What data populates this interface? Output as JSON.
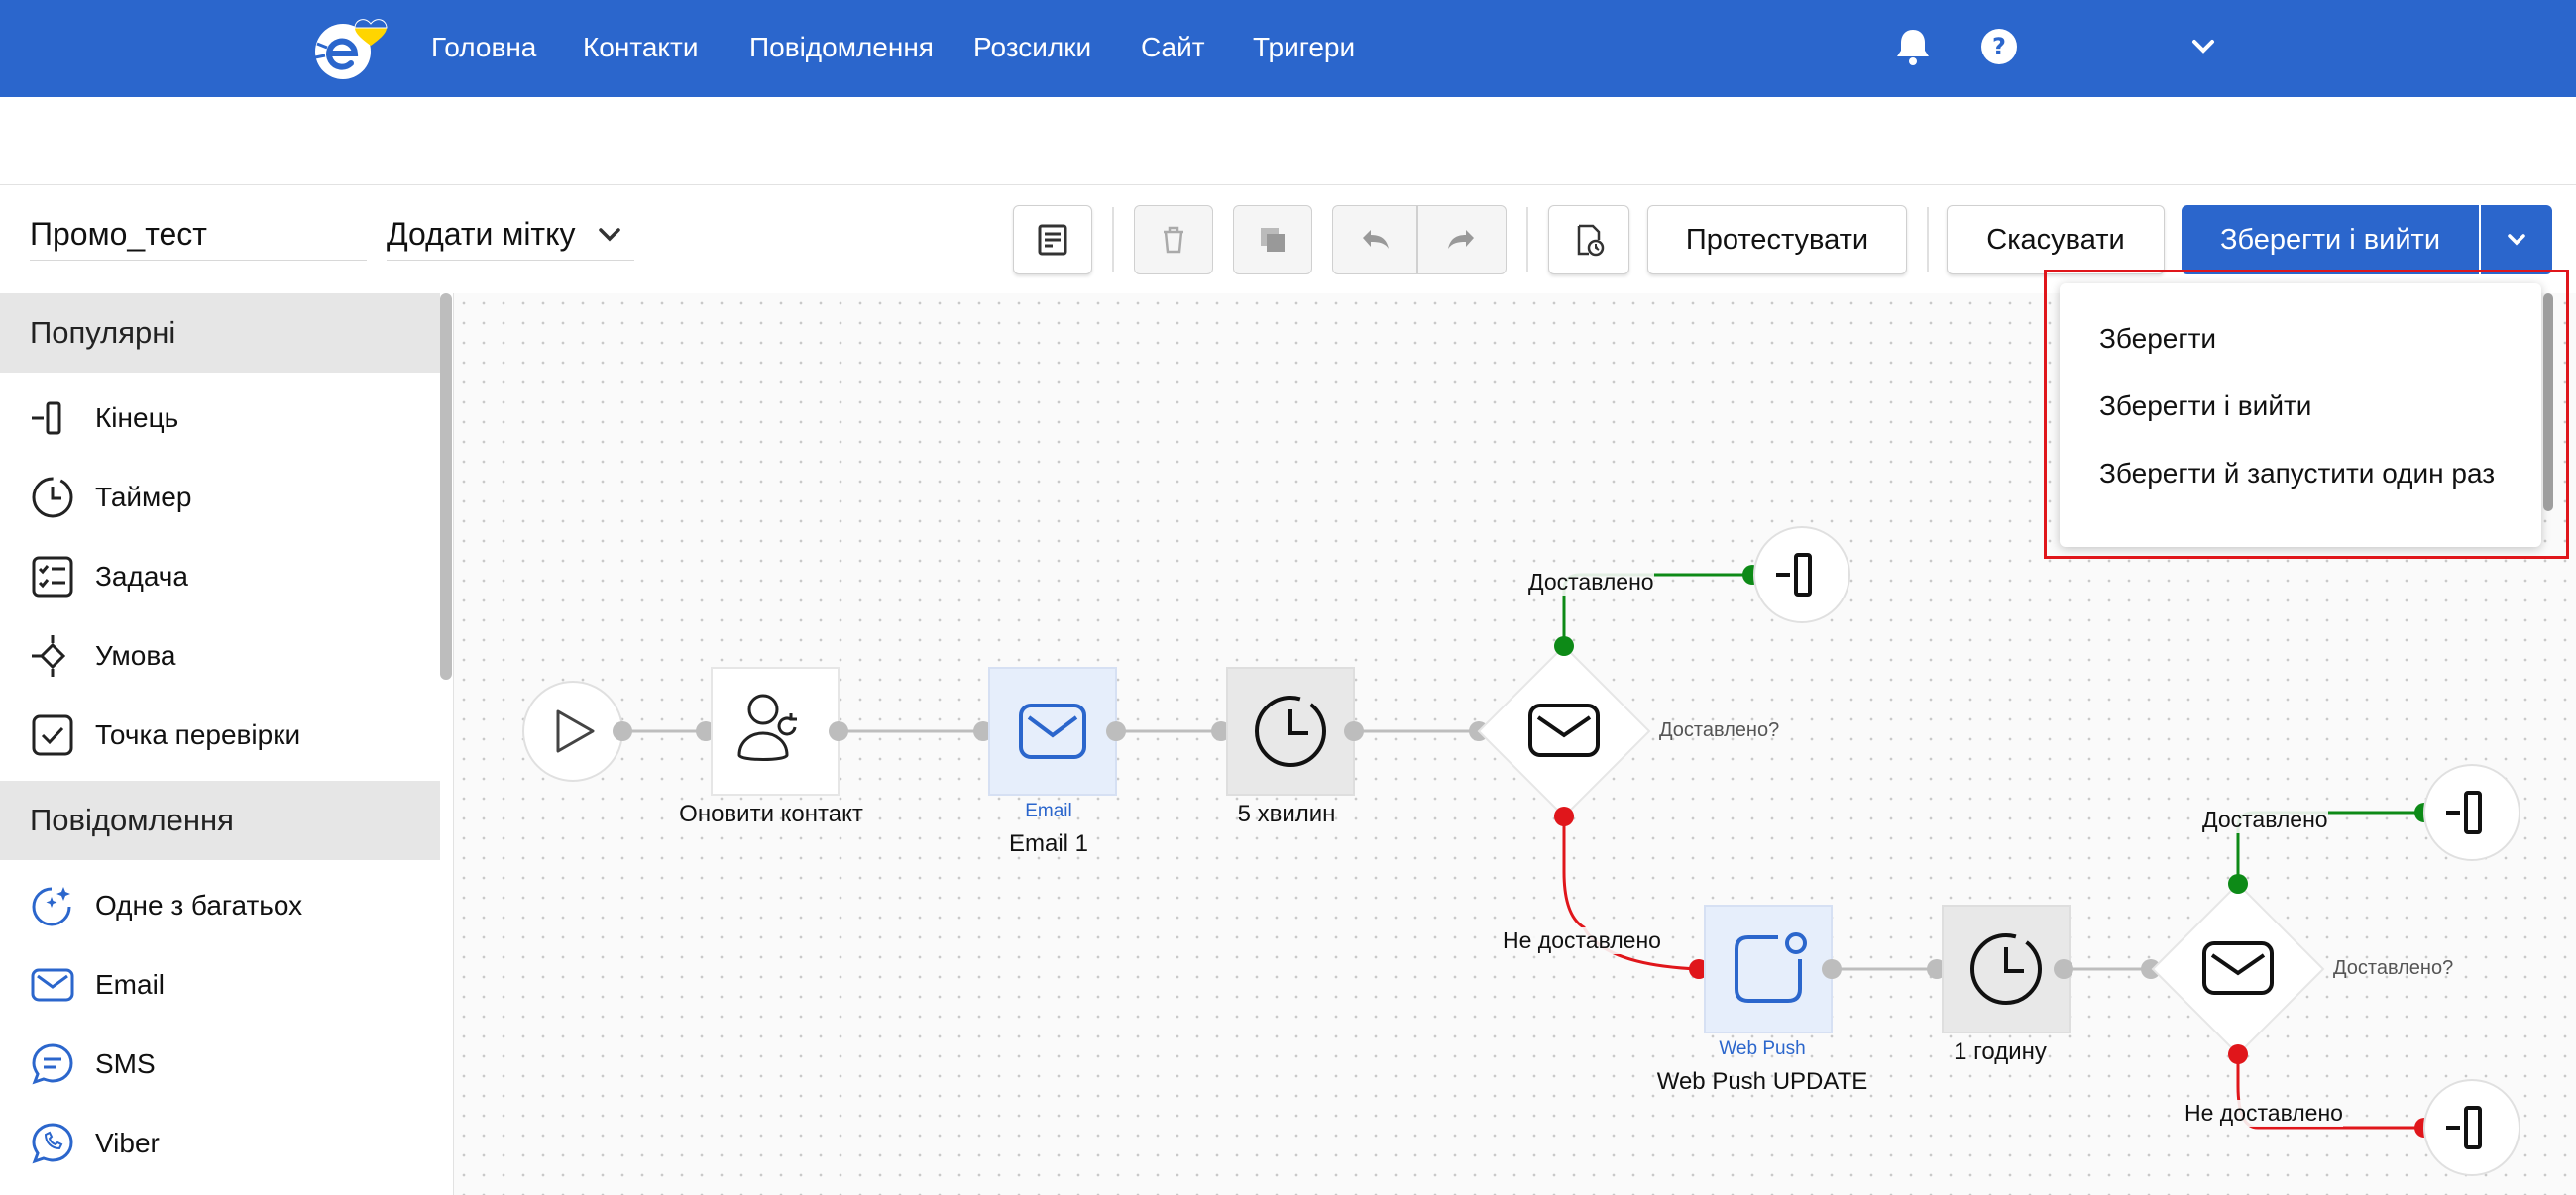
{
  "nav": {
    "items": [
      "Головна",
      "Контакти",
      "Повідомлення",
      "Розсилки",
      "Сайт",
      "Тригери"
    ],
    "brand_color": "#2b66cc"
  },
  "toolbar": {
    "name_value": "Промо_тест",
    "tag_placeholder": "Додати мітку",
    "test_label": "Протестувати",
    "cancel_label": "Скасувати",
    "save_exit_label": "Зберегти і вийти"
  },
  "dropdown": {
    "items": [
      "Зберегти",
      "Зберегти і вийти",
      "Зберегти й запустити один раз"
    ],
    "highlight_color": "#e0161b"
  },
  "sidebar": {
    "sections": [
      {
        "title": "Популярні",
        "items": [
          {
            "label": "Кінець",
            "icon": "end-icon"
          },
          {
            "label": "Таймер",
            "icon": "timer-icon"
          },
          {
            "label": "Задача",
            "icon": "task-icon"
          },
          {
            "label": "Умова",
            "icon": "condition-icon"
          },
          {
            "label": "Точка перевірки",
            "icon": "checkpoint-icon"
          }
        ]
      },
      {
        "title": "Повідомлення",
        "items": [
          {
            "label": "Одне з багатьох",
            "icon": "sparkle-mail-icon"
          },
          {
            "label": "Email",
            "icon": "email-icon"
          },
          {
            "label": "SMS",
            "icon": "sms-icon"
          },
          {
            "label": "Viber",
            "icon": "viber-icon"
          }
        ]
      }
    ]
  },
  "flow": {
    "update_contact": "Оновити контакт",
    "email_type": "Email",
    "email_name": "Email 1",
    "timer1": "5 хвилин",
    "condition1": "Доставлено?",
    "delivered": "Доставлено",
    "not_delivered": "Не доставлено",
    "webpush_type": "Web Push",
    "webpush_name": "Web Push UPDATE",
    "timer2": "1 годину",
    "condition2": "Доставлено?",
    "delivered2": "Доставлено",
    "not_delivered2": "Не доставлено",
    "colors": {
      "success": "#0d8a17",
      "failure": "#e0161b",
      "connector": "#bdbdbd"
    }
  }
}
